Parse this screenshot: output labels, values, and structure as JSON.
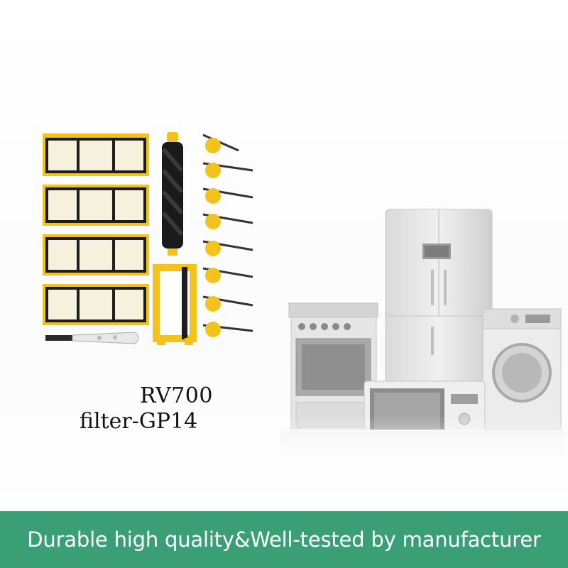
{
  "product": {
    "model_label": "RV700",
    "filter_label": "filter-GP14"
  },
  "banner": {
    "text": "Durable high quality&Well-tested by manufacturer"
  },
  "colors": {
    "banner_bg": "#3a9f74",
    "part_yellow": "#f3c21c",
    "filter_frame": "#1d1d1d"
  },
  "illustration": {
    "parts": [
      "hepa-filter",
      "hepa-filter",
      "hepa-filter",
      "hepa-filter",
      "roller-brush",
      "brush-guard",
      "side-brush",
      "cleaning-tool"
    ],
    "background": [
      "refrigerator",
      "gas-range",
      "washing-machine",
      "microwave"
    ]
  }
}
